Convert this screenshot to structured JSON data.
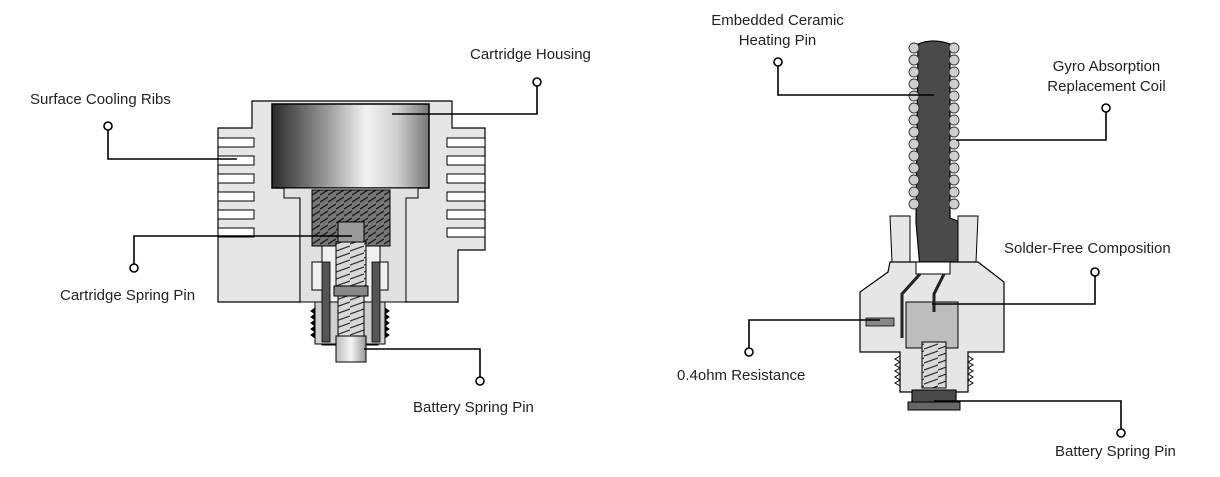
{
  "colors": {
    "line": "#000000",
    "part_fill": "#e6e6e6",
    "dark_fill": "#4a4a4a",
    "text": "#222222"
  },
  "left_diagram": {
    "labels": {
      "cartridge_housing": "Cartridge Housing",
      "surface_cooling_ribs": "Surface Cooling Ribs",
      "cartridge_spring_pin": "Cartridge Spring Pin",
      "battery_spring_pin": "Battery Spring Pin"
    }
  },
  "right_diagram": {
    "labels": {
      "embedded_ceramic_heating_pin_line1": "Embedded Ceramic",
      "embedded_ceramic_heating_pin_line2": "Heating Pin",
      "gyro_absorption_replacement_coil_line1": "Gyro Absorption",
      "gyro_absorption_replacement_coil_line2": "Replacement Coil",
      "solder_free_composition": "Solder-Free Composition",
      "resistance": "0.4ohm Resistance",
      "battery_spring_pin": "Battery Spring Pin"
    }
  }
}
